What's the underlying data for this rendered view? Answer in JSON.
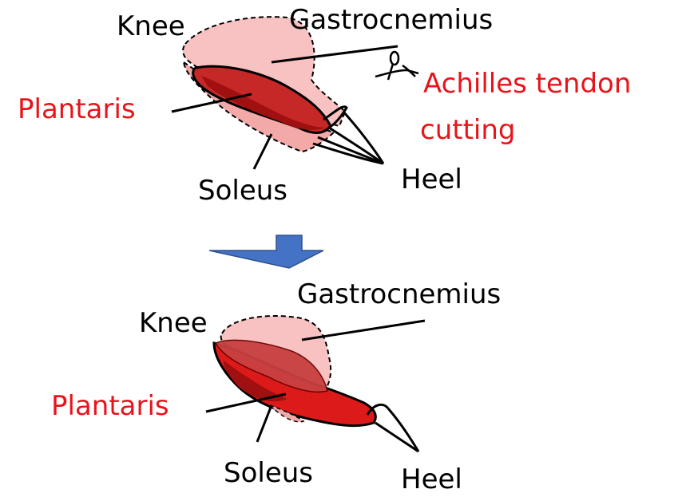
{
  "colors": {
    "gastrocnemius_fill": "#f8c2c2",
    "plantaris_fill": "#cf3535",
    "plantaris_fill_dark": "#a01010",
    "soleus_fill": "#dc1a1a",
    "outline": "#000000",
    "label_red": "#e8141b",
    "arrow_fill": "#4472c4",
    "arrow_stroke": "#2f528f"
  },
  "icons": {
    "scissors": "scissors-icon",
    "arrow": "arrow-down-icon"
  },
  "top_panel": {
    "knee": "Knee",
    "gastrocnemius": "Gastrocnemius",
    "plantaris": "Plantaris",
    "soleus": "Soleus",
    "heel": "Heel",
    "cut_line1": "Achilles tendon",
    "cut_line2": "cutting"
  },
  "bottom_panel": {
    "knee": "Knee",
    "gastrocnemius": "Gastrocnemius",
    "plantaris": "Plantaris",
    "soleus": "Soleus",
    "heel": "Heel"
  }
}
